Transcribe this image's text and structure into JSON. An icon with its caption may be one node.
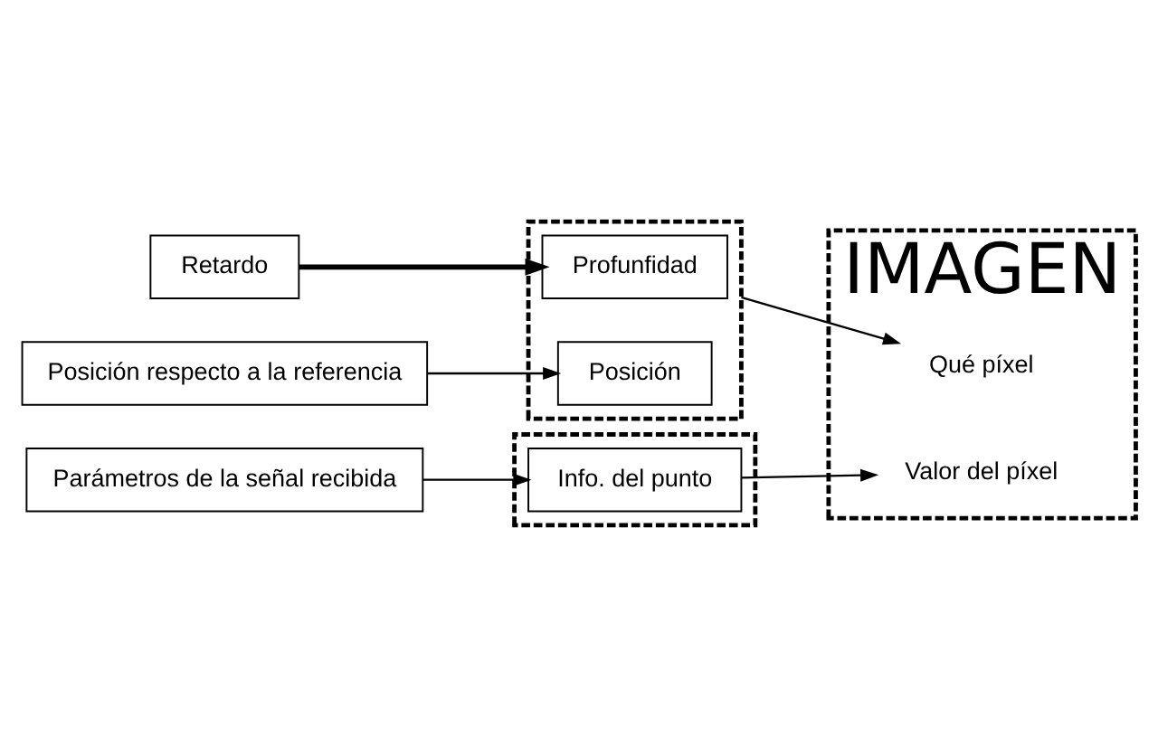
{
  "diagram": {
    "nodes": [
      {
        "text": [
          "Retardo"
        ]
      },
      {
        "text": [
          "Posición respecto a la referencia"
        ]
      },
      {
        "text": [
          "Parámetros de la señal recibida"
        ]
      },
      {
        "text": [],
        "shape": "box"
      },
      {
        "text": [
          "Profunfidad"
        ],
        "in": 3
      },
      {
        "text": [
          "Posición"
        ],
        "in": 3
      },
      {
        "text": [],
        "shape": "box"
      },
      {
        "text": [
          "Info. del punto"
        ],
        "in": 6
      },
      {
        "text": [
          "IMAGEN"
        ]
      },
      {
        "text": [
          "Qué píxel"
        ],
        "in": 8
      },
      {
        "text": [
          "Valor del píxel"
        ],
        "in": 8
      }
    ],
    "edges": [
      {
        "from": 0,
        "to": 4,
        "arrow": "to",
        "style": "thick"
      },
      {
        "from": 1,
        "to": 5,
        "arrow": "to"
      },
      {
        "from": 2,
        "to": 7,
        "arrow": "to"
      },
      {
        "from": 3,
        "to": 9,
        "arrow": "to"
      },
      {
        "from": 7,
        "to": 10,
        "arrow": "to"
      }
    ]
  }
}
